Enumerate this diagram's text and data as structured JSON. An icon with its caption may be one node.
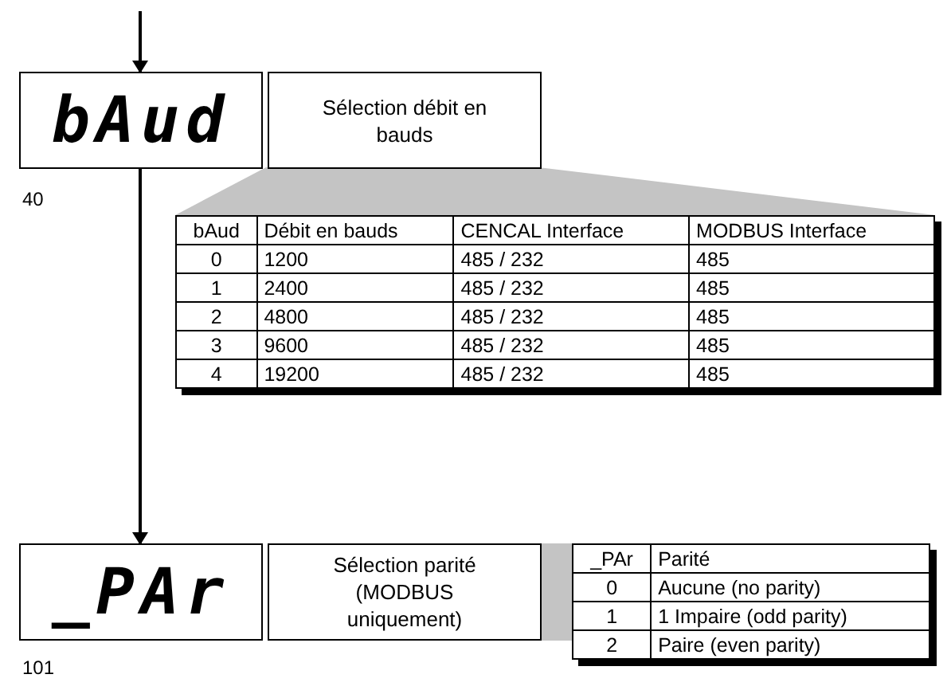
{
  "diagram": {
    "nodes": [
      {
        "text": [
          "bAud"
        ]
      },
      {
        "text": [
          "Sélection débit en bauds"
        ]
      },
      {
        "text": [
          "_PAr"
        ]
      },
      {
        "text": [
          "Sélection parité (MODBUS uniquement)"
        ]
      }
    ],
    "edges": [
      {
        "from": null,
        "to": 0,
        "arrow": "to"
      },
      {
        "from": 0,
        "to": 2,
        "arrow": "to"
      }
    ],
    "labels": [
      "40",
      "bAud",
      "Débit en bauds",
      "CENCAL Interface",
      "MODBUS Interface",
      "0",
      "1200",
      "485 / 232",
      "485",
      "1",
      "2400",
      "485 / 232",
      "485",
      "2",
      "4800",
      "485 / 232",
      "485",
      "3",
      "9600",
      "485 / 232",
      "485",
      "4",
      "19200",
      "485 / 232",
      "485",
      "101",
      "_PAr",
      "Parité",
      "0",
      "Aucune (no parity)",
      "1",
      "1 Impaire (odd parity)",
      "2",
      "Paire (even parity)"
    ]
  }
}
